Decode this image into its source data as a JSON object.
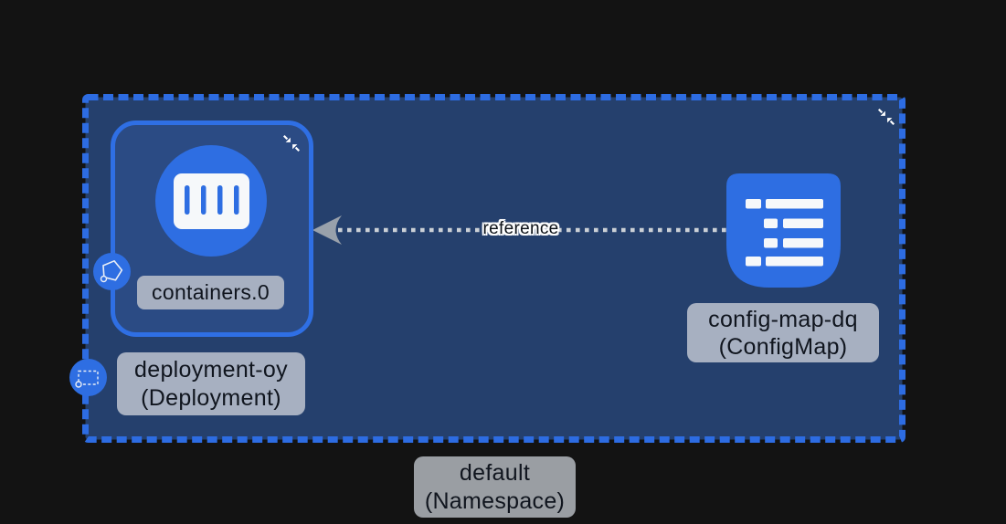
{
  "canvas": {
    "background": "#131313"
  },
  "namespace": {
    "name": "default",
    "kind_label": "(Namespace)",
    "fill": "#25406d",
    "border_color": "#2d6ce2",
    "collapse_icon": "collapse-arrows-icon"
  },
  "deployment": {
    "name": "deployment-oy",
    "kind_label": "(Deployment)",
    "fill": "#2b4b84",
    "border_color": "#2f6fe4",
    "collapse_icon": "collapse-arrows-icon",
    "badge_icon": "deployment-dashed-rect-icon"
  },
  "container": {
    "label": "containers.0",
    "icon": "container-icon",
    "badge_icon": "pod-pentagon-icon",
    "circle_color": "#2e6ee2"
  },
  "configmap": {
    "name": "config-map-dq",
    "kind_label": "(ConfigMap)",
    "icon": "configmap-list-icon",
    "icon_color": "#2e6ee2"
  },
  "edge": {
    "label": "reference",
    "style": "dotted",
    "arrow_direction": "left-toward-container",
    "color": "#cbd0d6",
    "arrow_color": "#99a1ab"
  },
  "label_style": {
    "bg_inside_namespace": "#a7b0c1",
    "bg_outside_namespace": "#9a9ea3",
    "text_color": "#10151e"
  }
}
